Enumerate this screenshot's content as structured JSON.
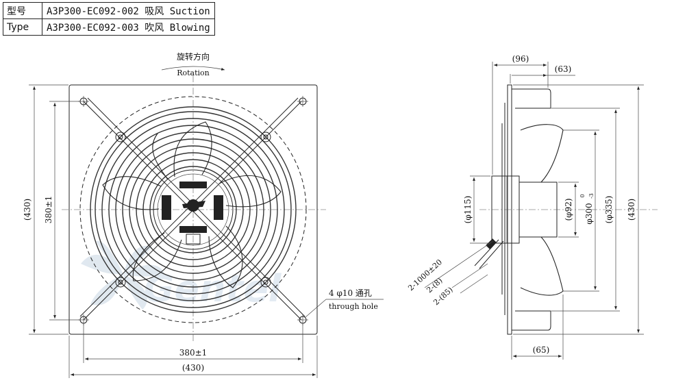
{
  "model_table": [
    {
      "label": "型号",
      "value": "A3P300-EC092-002 吸风 Suction"
    },
    {
      "label": "Type",
      "value": "A3P300-EC092-003 吹风 Blowing"
    }
  ],
  "front_view": {
    "rotation_cn": "旋转方向",
    "rotation_en": "Rotation",
    "dim_width": "(430)",
    "dim_hole_spacing_h": "380±1",
    "dim_height": "(430)",
    "dim_hole_spacing_v": "380±1",
    "hole_note_cn": "4  φ10 通孔",
    "hole_note_en": "through hole"
  },
  "side_view": {
    "dim_depth_total": "(96)",
    "dim_depth_blade": "(63)",
    "dim_depth_bottom": "(65)",
    "dim_hub": "(φ115)",
    "dim_inner": "(φ92)",
    "dim_impeller_main": "φ300",
    "dim_impeller_tol_top": "0",
    "dim_impeller_tol_bot": "-3",
    "dim_ring": "(φ335)",
    "dim_frame": "(430)",
    "cable_1": "2-1000±20",
    "cable_2": "2-(8)",
    "cable_3": "2-(85)"
  },
  "watermark_text": "Gentel",
  "colors": {
    "line": "#222222",
    "watermark": "#d6e3ef",
    "watermark_accent": "#4a8fd0"
  }
}
